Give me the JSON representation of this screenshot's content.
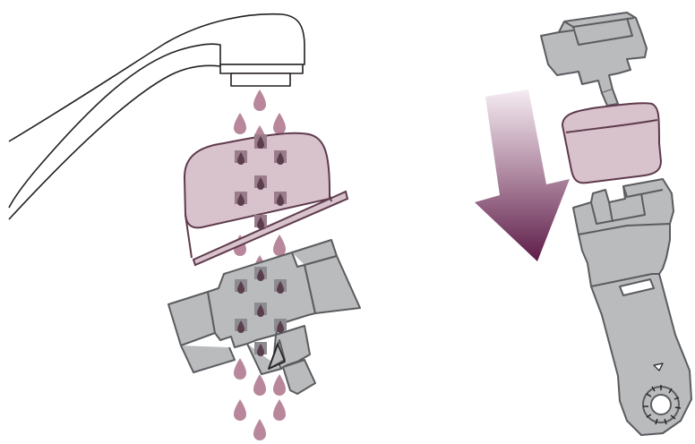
{
  "illustration": {
    "left_panel": {
      "parts": [
        "tap",
        "water-drops",
        "filter-cartridge",
        "cartridge-holder"
      ]
    },
    "right_panel": {
      "parts": [
        "filter-head",
        "filter-cartridge",
        "holder-arm",
        "insert-arrow"
      ]
    }
  },
  "colors": {
    "outline": "#231f20",
    "cartridge_fill": "#d8c2cc",
    "cartridge_outline": "#5e3a4c",
    "holder_fill": "#b9bbbd",
    "holder_outline": "#5a5c5f",
    "drop": "#b9879c",
    "drop_dark": "#5b3e4d",
    "arrow_dark": "#5e1c49",
    "arrow_light": "#f2e6ee"
  }
}
